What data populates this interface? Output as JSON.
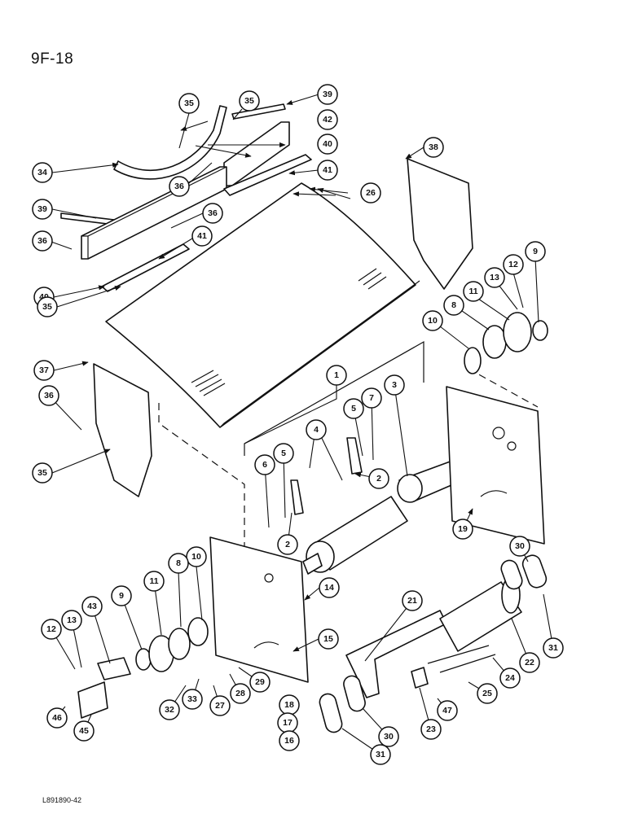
{
  "page_code": "9F-18",
  "drawing_code": "L891890-42",
  "callouts": [
    "35",
    "35",
    "39",
    "42",
    "34",
    "36",
    "40",
    "41",
    "39",
    "36",
    "26",
    "38",
    "36",
    "41",
    "40",
    "35",
    "9",
    "12",
    "13",
    "11",
    "8",
    "10",
    "37",
    "36",
    "35",
    "1",
    "3",
    "4",
    "5",
    "7",
    "6",
    "5",
    "2",
    "2",
    "19",
    "10",
    "8",
    "11",
    "9",
    "43",
    "13",
    "12",
    "14",
    "15",
    "21",
    "30",
    "31",
    "22",
    "24",
    "25",
    "29",
    "28",
    "27",
    "33",
    "32",
    "18",
    "17",
    "16",
    "46",
    "45",
    "23",
    "47",
    "31",
    "30"
  ]
}
